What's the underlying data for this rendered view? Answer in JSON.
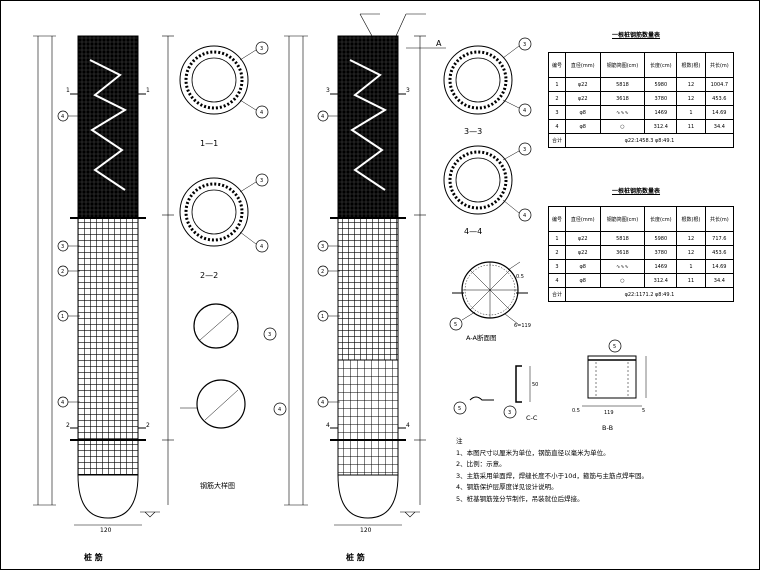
{
  "drawing": {
    "label_a": "A",
    "section_labels": [
      "1—1",
      "2—2",
      "3—3",
      "4—4"
    ],
    "detail_big": "钢筋大样图",
    "detail_aa": "A-A断面图",
    "detail_cc": "C-C",
    "detail_bb": "B-B",
    "bottom_label_left": "桩 筋",
    "bottom_label_right": "桩 筋",
    "width_label": "120",
    "radius_label": "6=119",
    "dim_05": "0.5",
    "dim_bb": "119",
    "dim_50": "50",
    "dim_5": "5"
  },
  "callouts": [
    "1",
    "2",
    "3",
    "4",
    "5"
  ],
  "table1": {
    "title": "一根桩钢筋数量表",
    "headers": [
      "编号",
      "直径(mm)",
      "钢筋简图(cm)",
      "长度(cm)",
      "根数(根)",
      "共长(m)"
    ],
    "rows": [
      [
        "1",
        "φ22",
        "5818",
        "5980",
        "12",
        "1004.7"
      ],
      [
        "2",
        "φ22",
        "3618",
        "3780",
        "12",
        "453.6"
      ],
      [
        "3",
        "φ8",
        "",
        "1469",
        "1",
        "14.69"
      ],
      [
        "4",
        "φ8",
        "",
        "312.4",
        "11",
        "34.4"
      ]
    ],
    "total_label": "合计",
    "total_value": "φ22:1458.3 φ8:49.1"
  },
  "table2": {
    "title": "一根桩钢筋数量表",
    "headers": [
      "编号",
      "直径(mm)",
      "钢筋简图(cm)",
      "长度(cm)",
      "根数(根)",
      "共长(m)"
    ],
    "rows": [
      [
        "1",
        "φ22",
        "5818",
        "5980",
        "12",
        "717.6"
      ],
      [
        "2",
        "φ22",
        "3618",
        "3780",
        "12",
        "453.6"
      ],
      [
        "3",
        "φ8",
        "",
        "1469",
        "1",
        "14.69"
      ],
      [
        "4",
        "φ8",
        "",
        "312.4",
        "11",
        "34.4"
      ]
    ],
    "total_label": "合计",
    "total_value": "φ22:1171.2 φ8:49.1"
  },
  "notes": {
    "heading": "注",
    "lines": [
      "1、本图尺寸以厘米为单位，钢筋直径以毫米为单位。",
      "2、比例：示意。",
      "3、主筋采用单面焊，焊缝长度不小于10d，箍筋与主筋点焊牢固。",
      "4、钢筋保护层厚度详见设计说明。",
      "5、桩基钢筋笼分节制作，吊装就位后焊接。"
    ]
  },
  "colors": {
    "ink": "#000000",
    "paper": "#ffffff"
  }
}
